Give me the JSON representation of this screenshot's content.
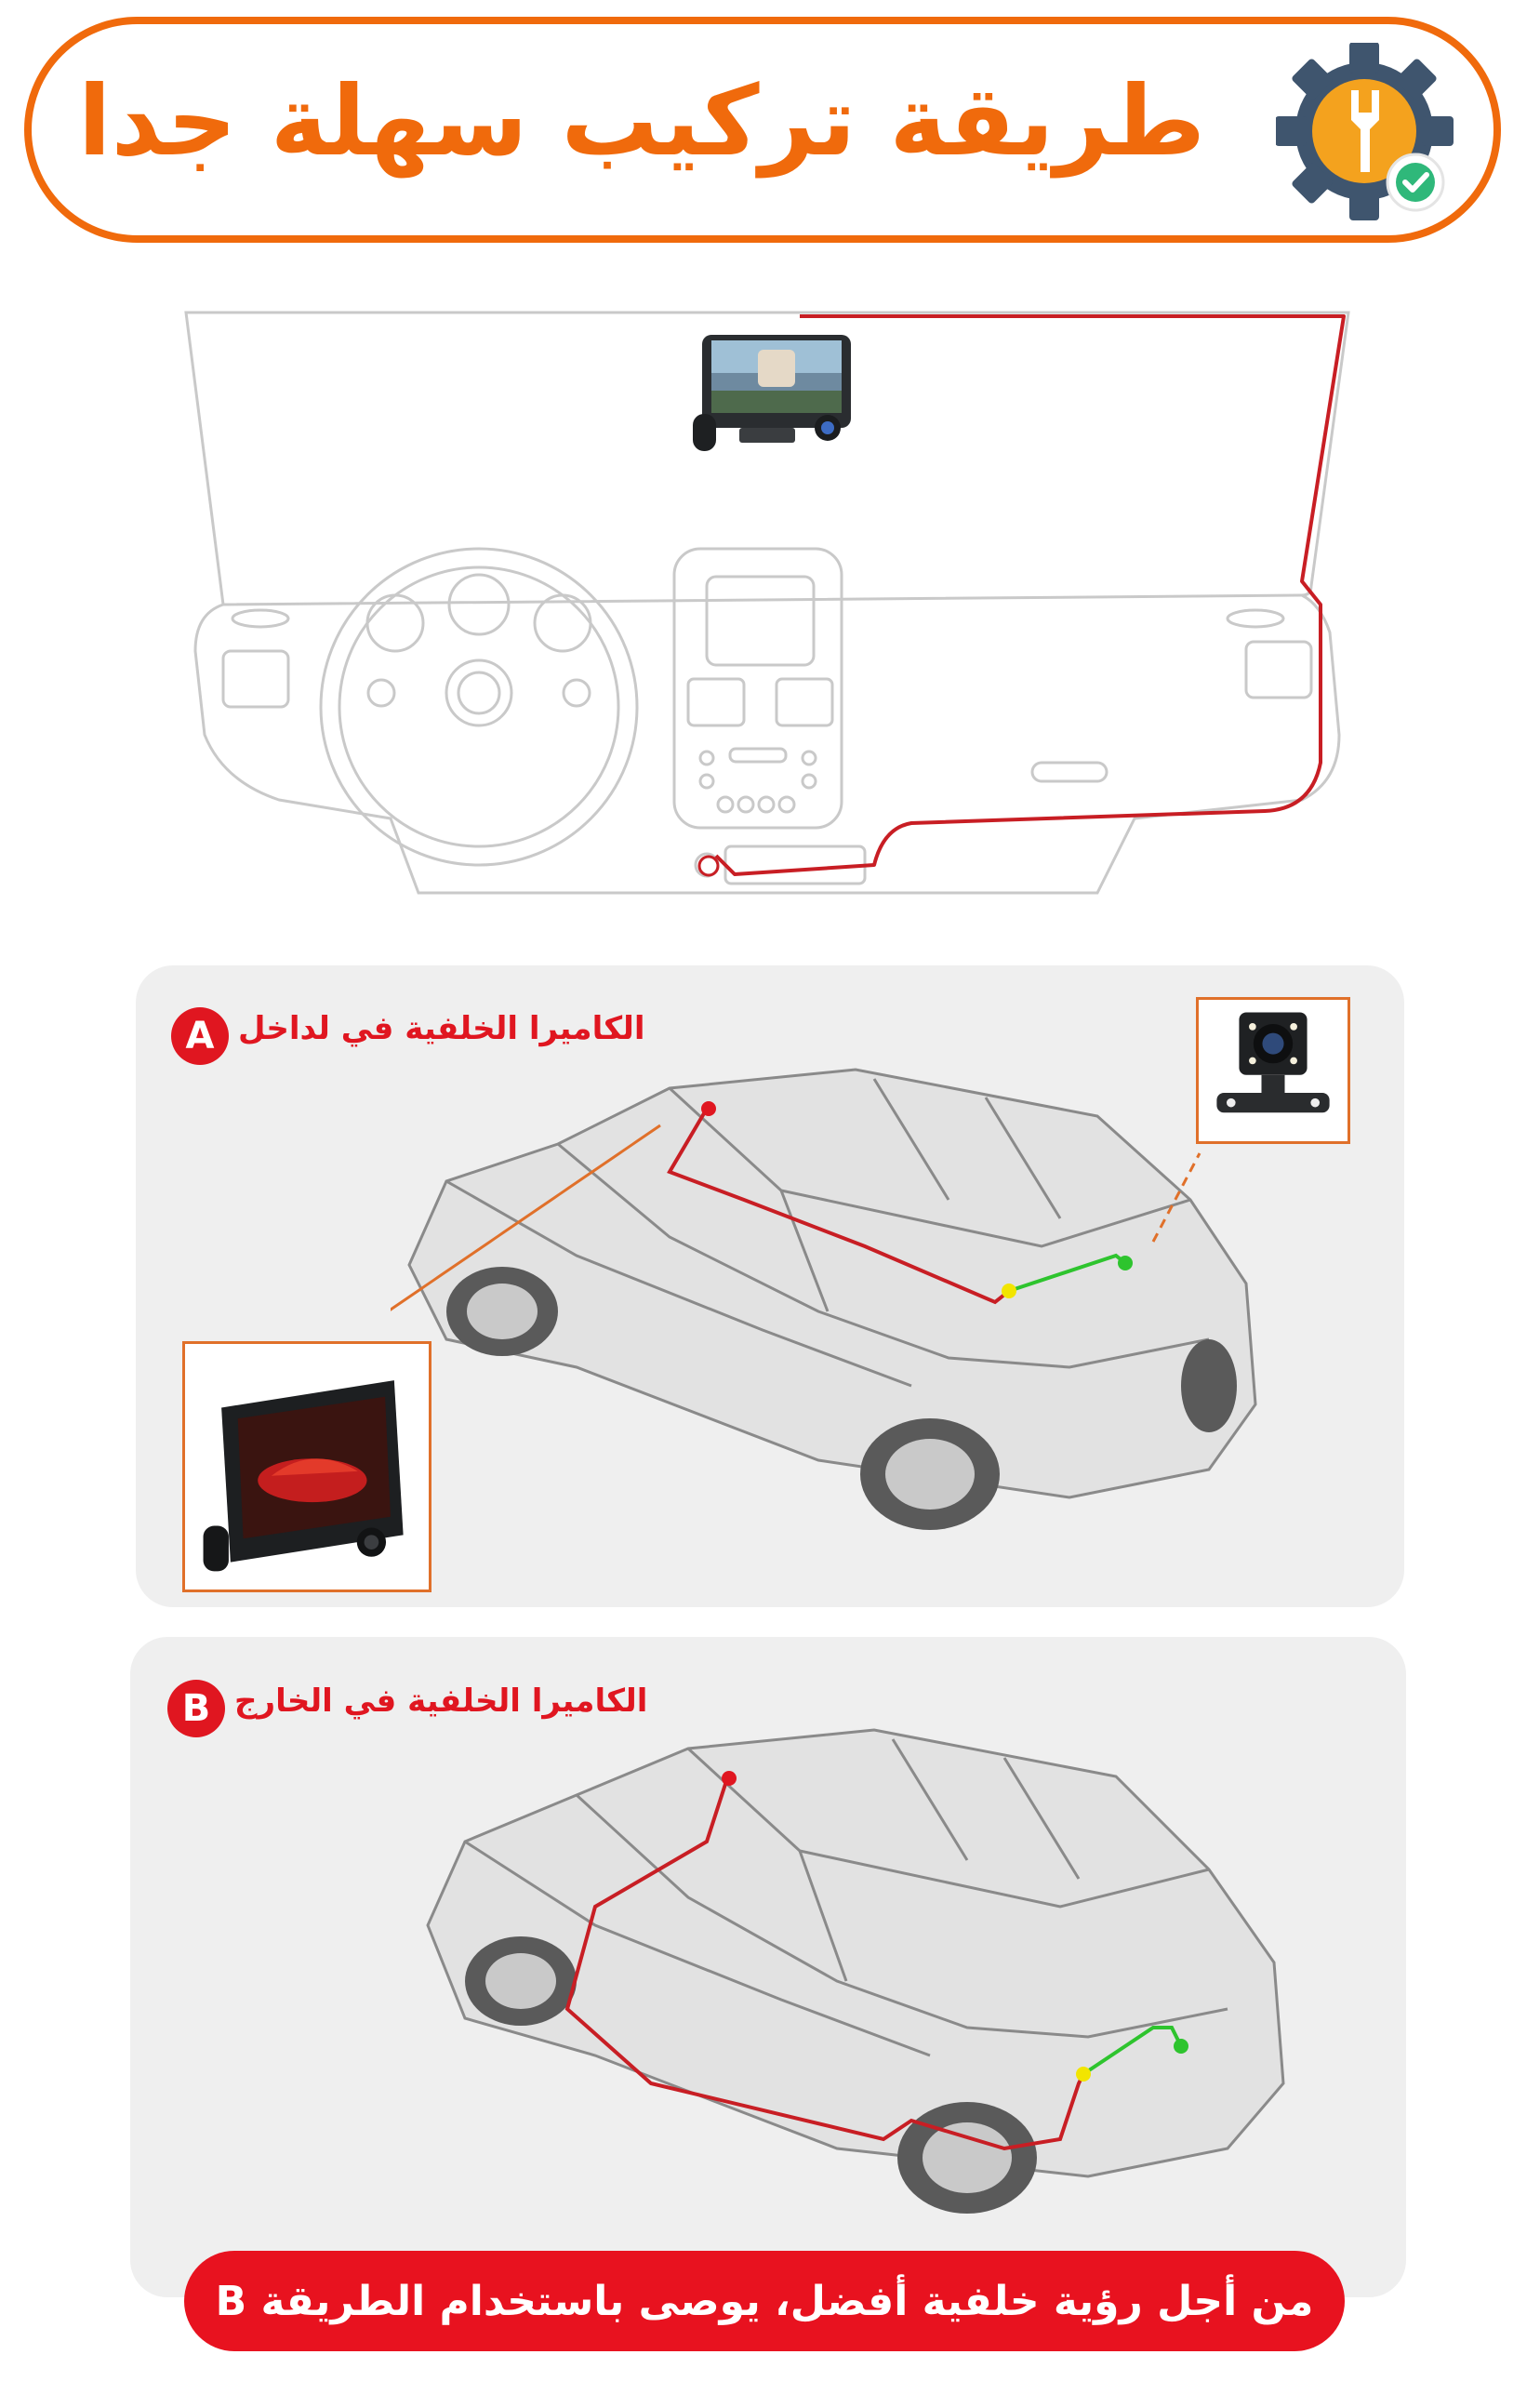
{
  "title": "طريقة تركيب سهلة جدا",
  "method_a": {
    "marker": "A",
    "label": "الكاميرا الخلفية في لداخل"
  },
  "method_b": {
    "marker": "B",
    "label": "الكاميرا الخلفية في الخارج"
  },
  "footer_note": "من أجل رؤية خلفية أفضل، يوصى باستخدام الطريقة B",
  "colors": {
    "brand_orange": "#f06a0c",
    "marker_red": "#e01620",
    "wire_red": "#c81e24",
    "wire_green": "#2ec42e",
    "junction_yellow": "#f2e500",
    "panel_gray": "#efefef"
  },
  "icons": [
    "gear-wrench-icon",
    "check-icon"
  ]
}
